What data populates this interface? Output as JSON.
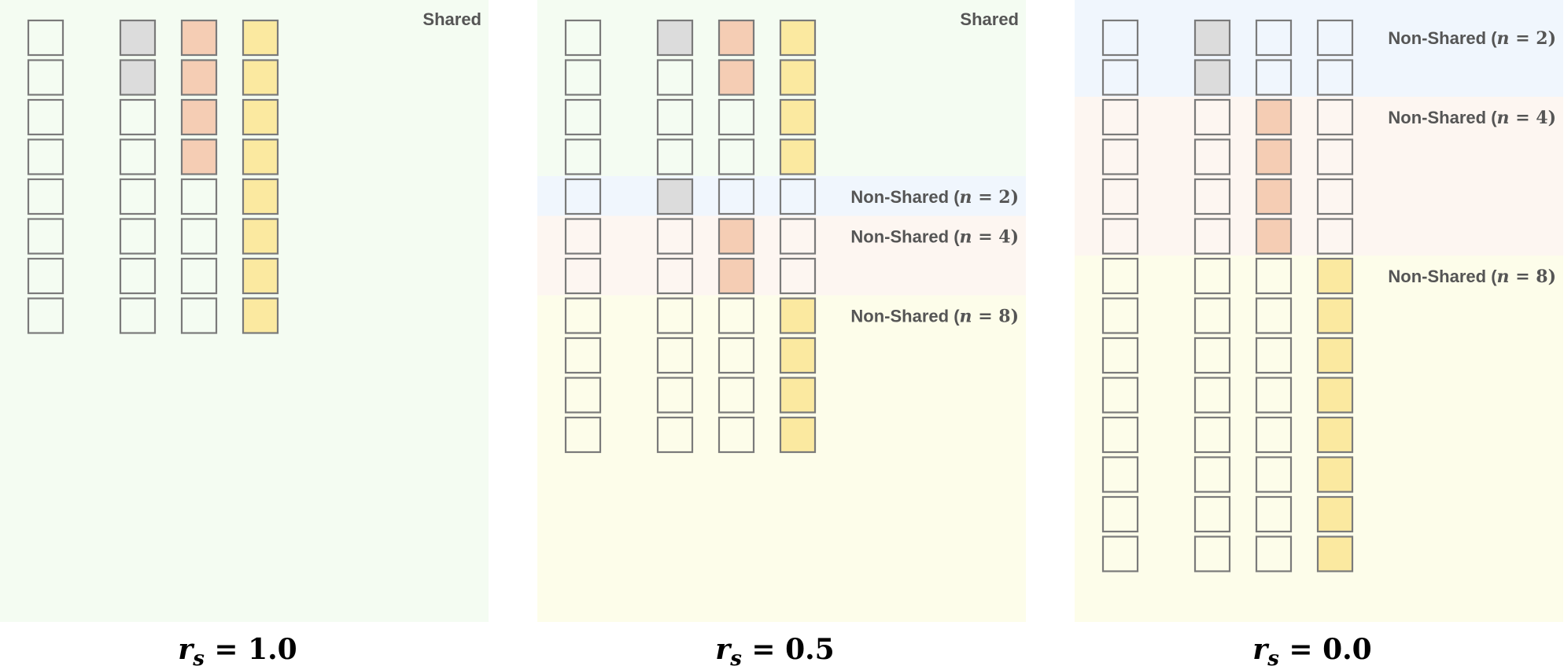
{
  "colors": {
    "cell_stroke": "#7a7a7a",
    "gray": "#dcdcdc",
    "orange": "#f5cdb4",
    "yellow": "#fbe9a0",
    "region_shared": "#f4fcf2",
    "region_n2": "#f0f6fd",
    "region_n4": "#fdf6f1",
    "region_n8": "#fdfdea"
  },
  "panels": [
    {
      "id": "rs-1",
      "caption": {
        "var": "r",
        "sub": "s",
        "eq": " = ",
        "val": "1.0"
      },
      "regions": [
        {
          "kind": "shared",
          "rows": 8,
          "label": "Shared"
        }
      ],
      "rows": [
        [
          "w",
          "g",
          "o",
          "y"
        ],
        [
          "w",
          "g",
          "o",
          "y"
        ],
        [
          "w",
          "w",
          "o",
          "y"
        ],
        [
          "w",
          "w",
          "o",
          "y"
        ],
        [
          "w",
          "w",
          "w",
          "y"
        ],
        [
          "w",
          "w",
          "w",
          "y"
        ],
        [
          "w",
          "w",
          "w",
          "y"
        ],
        [
          "w",
          "w",
          "w",
          "y"
        ]
      ]
    },
    {
      "id": "rs-05",
      "caption": {
        "var": "r",
        "sub": "s",
        "eq": " = ",
        "val": "0.5"
      },
      "regions": [
        {
          "kind": "shared",
          "rows": 4,
          "label": "Shared"
        },
        {
          "kind": "n2",
          "rows": 1,
          "label": "Non-Shared (",
          "nvar": "n",
          "neq": " = 2)"
        },
        {
          "kind": "n4",
          "rows": 2,
          "label": "Non-Shared (",
          "nvar": "n",
          "neq": " = 4)"
        },
        {
          "kind": "n8",
          "rows": 4,
          "label": "Non-Shared (",
          "nvar": "n",
          "neq": " = 8)"
        }
      ],
      "rows": [
        [
          "w",
          "g",
          "o",
          "y"
        ],
        [
          "w",
          "w",
          "o",
          "y"
        ],
        [
          "w",
          "w",
          "w",
          "y"
        ],
        [
          "w",
          "w",
          "w",
          "y"
        ],
        [
          "w",
          "g",
          "w",
          "w"
        ],
        [
          "w",
          "w",
          "o",
          "w"
        ],
        [
          "w",
          "w",
          "o",
          "w"
        ],
        [
          "w",
          "w",
          "w",
          "y"
        ],
        [
          "w",
          "w",
          "w",
          "y"
        ],
        [
          "w",
          "w",
          "w",
          "y"
        ],
        [
          "w",
          "w",
          "w",
          "y"
        ]
      ]
    },
    {
      "id": "rs-0",
      "caption": {
        "var": "r",
        "sub": "s",
        "eq": " = ",
        "val": "0.0"
      },
      "regions": [
        {
          "kind": "n2",
          "rows": 2,
          "label": "Non-Shared (",
          "nvar": "n",
          "neq": " = 2)"
        },
        {
          "kind": "n4",
          "rows": 4,
          "label": "Non-Shared (",
          "nvar": "n",
          "neq": " = 4)"
        },
        {
          "kind": "n8",
          "rows": 8,
          "label": "Non-Shared (",
          "nvar": "n",
          "neq": " = 8)"
        }
      ],
      "rows": [
        [
          "w",
          "g",
          "w",
          "w"
        ],
        [
          "w",
          "g",
          "w",
          "w"
        ],
        [
          "w",
          "w",
          "o",
          "w"
        ],
        [
          "w",
          "w",
          "o",
          "w"
        ],
        [
          "w",
          "w",
          "o",
          "w"
        ],
        [
          "w",
          "w",
          "o",
          "w"
        ],
        [
          "w",
          "w",
          "w",
          "y"
        ],
        [
          "w",
          "w",
          "w",
          "y"
        ],
        [
          "w",
          "w",
          "w",
          "y"
        ],
        [
          "w",
          "w",
          "w",
          "y"
        ],
        [
          "w",
          "w",
          "w",
          "y"
        ],
        [
          "w",
          "w",
          "w",
          "y"
        ],
        [
          "w",
          "w",
          "w",
          "y"
        ],
        [
          "w",
          "w",
          "w",
          "y"
        ]
      ]
    }
  ]
}
